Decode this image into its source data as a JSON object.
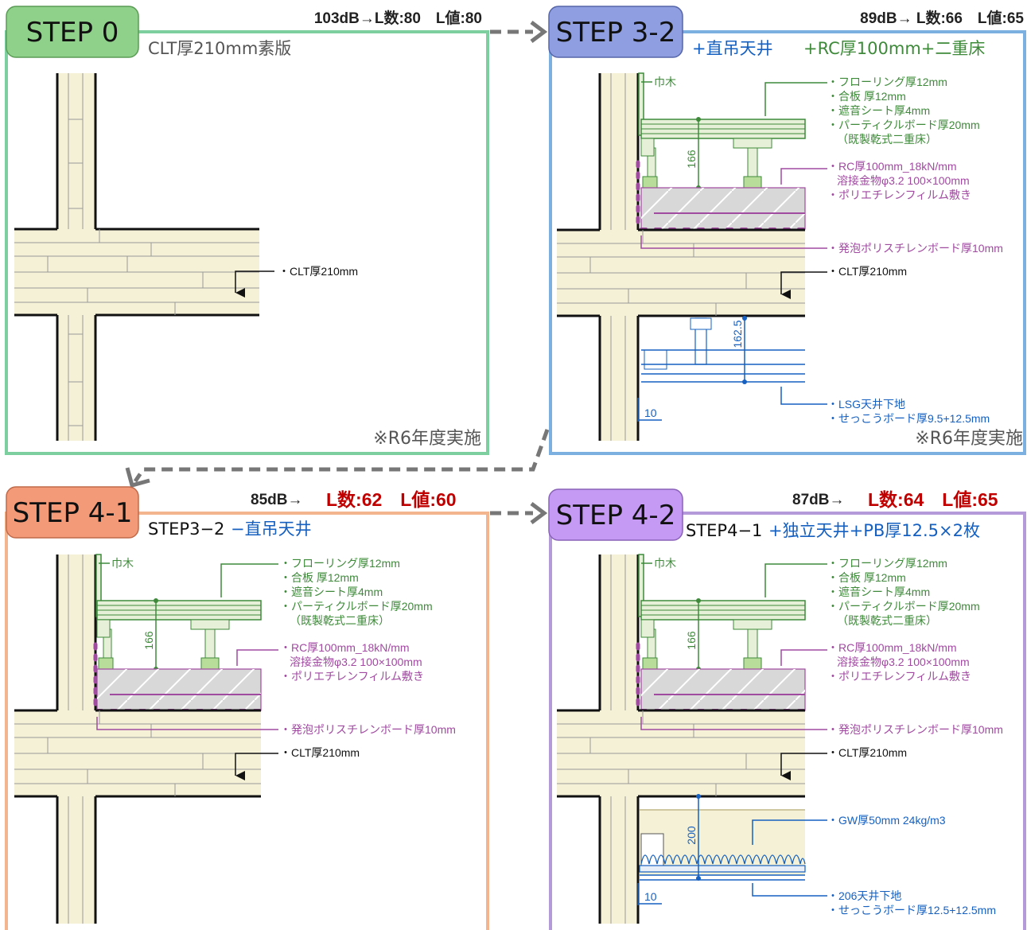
{
  "colors": {
    "step0": "#7dcfa0",
    "step32": "#7bb0e0",
    "step41": "#f3b58e",
    "step42": "#b49ad8",
    "badge0": "#8fd18a",
    "badge32": "#8f9ee0",
    "badge41": "#f39a78",
    "badge42": "#c59af5",
    "blue": "#1560c0",
    "green": "#3e8a3a",
    "purple": "#a04aa0",
    "red": "#c00000",
    "clt": "#f5f1d6",
    "arrow": "#777777"
  },
  "panels": {
    "step0": {
      "badge": "STEP 0",
      "header": "103dB→L数:80　L値:80",
      "subtitle": "CLT厚210mm素版",
      "note": "※R6年度実施",
      "clt_label": "・CLT厚210mm"
    },
    "step32": {
      "badge": "STEP 3-2",
      "header": "89dB→ L数:66　L値:65",
      "subtitle_a": "+直吊天井",
      "subtitle_b": "+RC厚100mm+二重床",
      "note": "※R6年度実施",
      "habaki": "巾木",
      "floor_items": [
        "・フローリング厚12mm",
        "・合板 厚12mm",
        "・遮音シート厚4mm",
        "・パーティクルボード厚20mm",
        "（既製乾式二重床）"
      ],
      "rc_items": [
        "・RC厚100mm_18kN/mm",
        "溶接金物φ3.2 100×100mm",
        "・ポリエチレンフィルム敷き"
      ],
      "foam": "・発泡ポリスチレンボード厚10mm",
      "clt_label": "・CLT厚210mm",
      "ceiling_items": [
        "・LSG天井下地",
        "・せっこうボード厚9.5+12.5mm"
      ],
      "dim_floor": "166",
      "dim_ceiling": "162.5",
      "dim_gap": "10"
    },
    "step41": {
      "badge": "STEP 4-1",
      "header_a": "85dB→",
      "header_b": "L数:62　L値:60",
      "subtitle_a": "STEP3−2",
      "subtitle_b": "−直吊天井",
      "habaki": "巾木",
      "floor_items": [
        "・フローリング厚12mm",
        "・合板 厚12mm",
        "・遮音シート厚4mm",
        "・パーティクルボード厚20mm",
        "（既製乾式二重床）"
      ],
      "rc_items": [
        "・RC厚100mm_18kN/mm",
        "溶接金物φ3.2 100×100mm",
        "・ポリエチレンフィルム敷き"
      ],
      "foam": "・発泡ポリスチレンボード厚10mm",
      "clt_label": "・CLT厚210mm",
      "dim_floor": "166"
    },
    "step42": {
      "badge": "STEP 4-2",
      "header_a": "87dB→",
      "header_b": "L数:64　L値:65",
      "subtitle_a": "STEP4−1",
      "subtitle_b": "+独立天井+PB厚12.5×2枚",
      "habaki": "巾木",
      "floor_items": [
        "・フローリング厚12mm",
        "・合板 厚12mm",
        "・遮音シート厚4mm",
        "・パーティクルボード厚20mm",
        "（既製乾式二重床）"
      ],
      "rc_items": [
        "・RC厚100mm_18kN/mm",
        "溶接金物φ3.2 100×100mm",
        "・ポリエチレンフィルム敷き"
      ],
      "foam": "・発泡ポリスチレンボード厚10mm",
      "clt_label": "・CLT厚210mm",
      "gw": "・GW厚50mm 24kg/m3",
      "ceiling_items": [
        "・206天井下地",
        "・せっこうボード厚12.5+12.5mm"
      ],
      "dim_floor": "166",
      "dim_ceiling": "200",
      "dim_gap": "10"
    }
  }
}
